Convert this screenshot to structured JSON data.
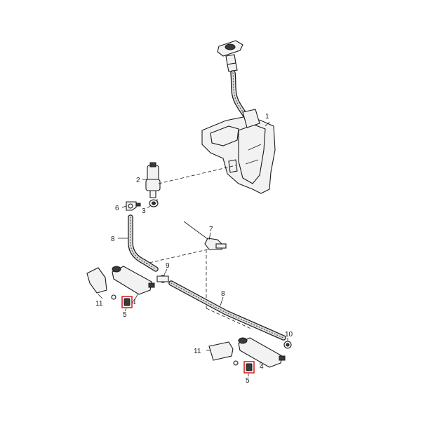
{
  "labels": {
    "reservoir": "1",
    "pump": "2",
    "grommet": "3",
    "nozzle_left": "4",
    "nozzle_right": "4",
    "clip_left": "5",
    "clip_right": "5",
    "elbow": "6",
    "bracket": "7",
    "hose_main": "8",
    "hose_cross": "8",
    "tee": "9",
    "connector": "10",
    "cover_left": "11",
    "cover_right": "11"
  },
  "highlight_color": "#d62828"
}
